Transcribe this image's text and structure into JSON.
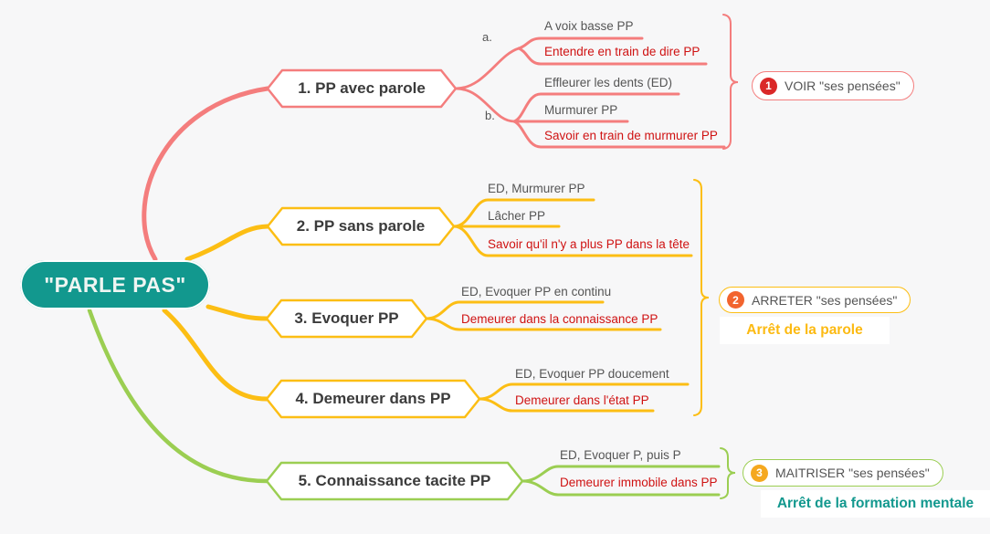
{
  "root": {
    "label": "\"PARLE PAS\""
  },
  "branches": [
    {
      "label": "1. PP avec parole",
      "groups": [
        {
          "label": "a.",
          "items": [
            {
              "text": "A voix basse PP"
            },
            {
              "text": "Entendre en train de dire PP"
            }
          ]
        },
        {
          "label": "b.",
          "items": [
            {
              "text": "Effleurer les dents (ED)"
            },
            {
              "text": "Murmurer PP"
            },
            {
              "text": "Savoir en train de murmurer PP"
            }
          ]
        }
      ]
    },
    {
      "label": "2. PP sans parole",
      "items": [
        {
          "text": "ED, Murmurer PP"
        },
        {
          "text": "Lâcher PP"
        },
        {
          "text": "Savoir qu'il n'y a plus PP dans la tête"
        }
      ]
    },
    {
      "label": "3. Evoquer PP",
      "items": [
        {
          "text": "ED, Evoquer PP en continu"
        },
        {
          "text": "Demeurer dans la connaissance PP"
        }
      ]
    },
    {
      "label": "4. Demeurer dans PP",
      "items": [
        {
          "text": "ED, Evoquer PP doucement"
        },
        {
          "text": "Demeurer dans l'état PP"
        }
      ]
    },
    {
      "label": "5. Connaissance tacite PP",
      "items": [
        {
          "text": "ED, Evoquer P, puis P"
        },
        {
          "text": "Demeurer immobile dans PP"
        }
      ]
    }
  ],
  "summaries": [
    {
      "number": "1",
      "label": "VOIR \"ses pensées\""
    },
    {
      "number": "2",
      "label": "ARRETER \"ses pensées\"",
      "caption": "Arrêt de la parole"
    },
    {
      "number": "3",
      "label": "MAITRISER \"ses pensées\"",
      "caption": "Arrêt de la formation mentale"
    }
  ],
  "colors": {
    "background": "#f7f7f8",
    "root_fill": "#12988e",
    "branch1": "#f47d7d",
    "branch2_3_4": "#fcbe14",
    "branch5": "#9bce52",
    "emphasis_text": "#cf1212",
    "normal_text": "#555555",
    "badge1": "#da2828",
    "badge2": "#f2642e",
    "badge3": "#f5a81f",
    "caption2": "#fcba12",
    "caption3": "#12988e"
  }
}
